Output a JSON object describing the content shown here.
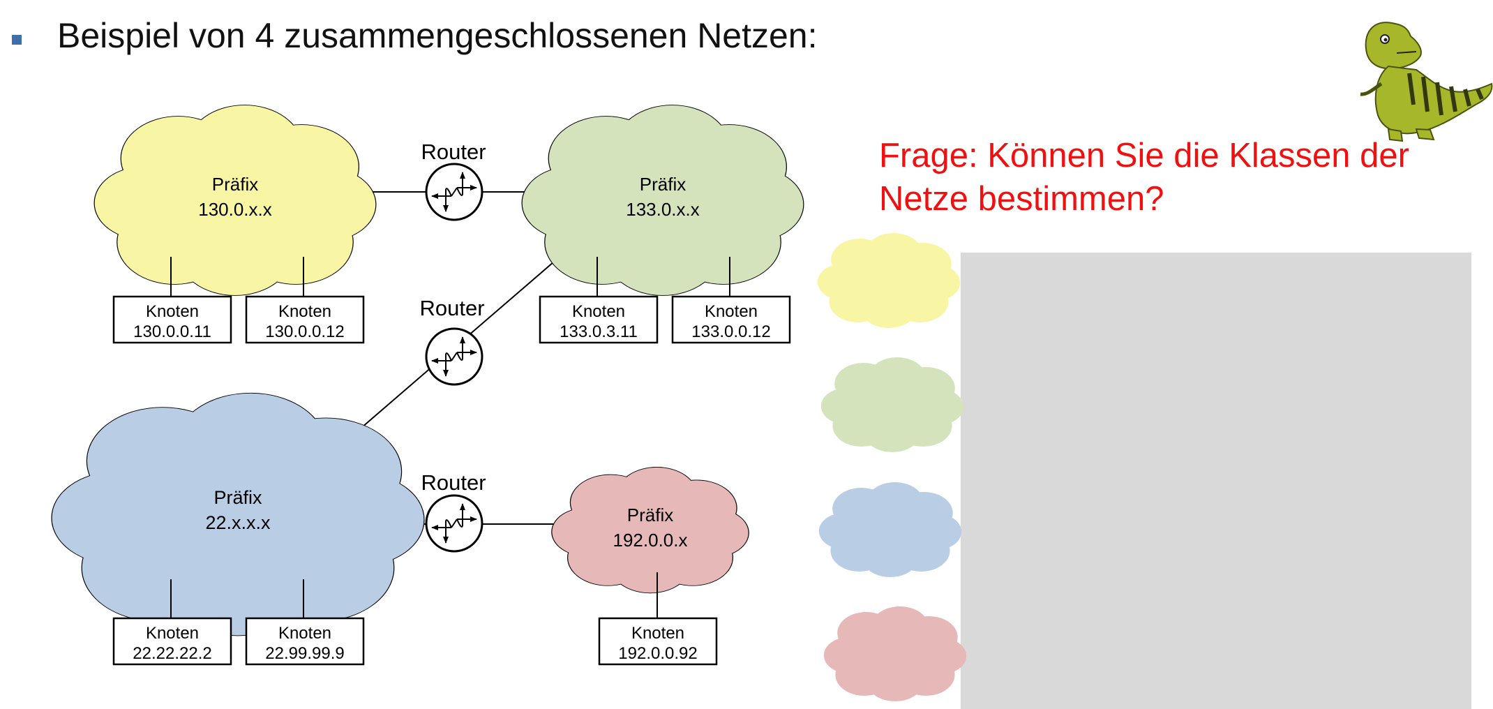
{
  "heading": "Beispiel von 4 zusammengeschlossenen Netzen:",
  "question": "Frage: Können Sie die Klassen der Netze bestimmen?",
  "colors": {
    "yellow": "#f8f6a4",
    "green": "#d4e3bc",
    "blue": "#b9cde5",
    "red": "#e6b9b8",
    "question": "#f01010",
    "bullet": "#3f6ea8",
    "panel": "#d9d9d9"
  },
  "networks": [
    {
      "id": "yellow",
      "label": "Präfix",
      "prefix": "130.0.x.x"
    },
    {
      "id": "green",
      "label": "Präfix",
      "prefix": "133.0.x.x"
    },
    {
      "id": "blue",
      "label": "Präfix",
      "prefix": "22.x.x.x"
    },
    {
      "id": "red",
      "label": "Präfix",
      "prefix": "192.0.0.x"
    }
  ],
  "routers": [
    {
      "label": "Router"
    },
    {
      "label": "Router"
    },
    {
      "label": "Router"
    }
  ],
  "nodes": [
    {
      "label": "Knoten",
      "ip": "130.0.0.11"
    },
    {
      "label": "Knoten",
      "ip": "130.0.0.12"
    },
    {
      "label": "Knoten",
      "ip": "133.0.3.11"
    },
    {
      "label": "Knoten",
      "ip": "133.0.0.12"
    },
    {
      "label": "Knoten",
      "ip": "22.22.22.2"
    },
    {
      "label": "Knoten",
      "ip": "22.99.99.9"
    },
    {
      "label": "Knoten",
      "ip": "192.0.0.92"
    }
  ],
  "mascot_icon": "dinosaur-icon"
}
